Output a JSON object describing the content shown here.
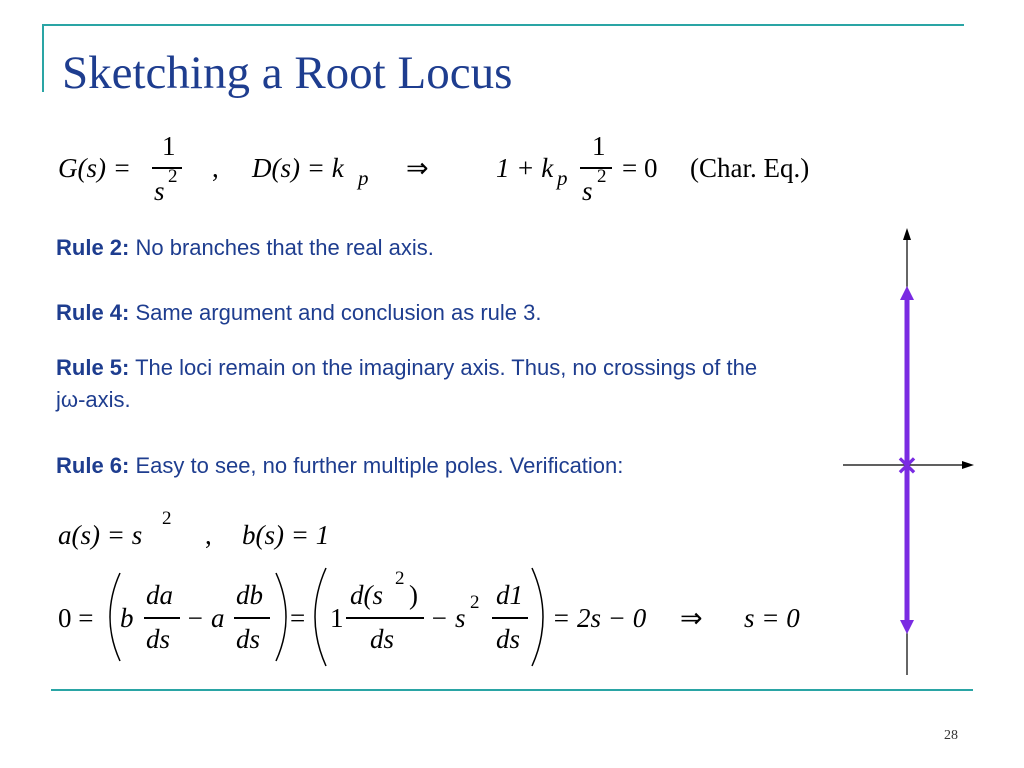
{
  "slide": {
    "title": "Sketching a Root Locus",
    "page_number": "28"
  },
  "equations": {
    "line1": {
      "G_lhs": "G(s) =",
      "G_num": "1",
      "G_den": "s",
      "G_exp": "2",
      "comma": ",",
      "D": "D(s) = k",
      "D_sub": "p",
      "implies": "⇒",
      "char_lhs": "1 + k",
      "char_sub": "p",
      "char_num": "1",
      "char_den": "s",
      "char_exp": "2",
      "char_rhs": "= 0",
      "char_label": "(Char. Eq.)"
    },
    "line2": {
      "a": "a(s) = s",
      "a_exp": "2",
      "comma": ",",
      "b": "b(s) = 1"
    },
    "line3": {
      "zero_eq": "0 =",
      "b": "b",
      "frac1_num": "da",
      "frac1_den": "ds",
      "minus_a": "− a",
      "frac2_num": "db",
      "frac2_den": "ds",
      "eq_mid": "=",
      "one": "1",
      "frac3_num": "d(s",
      "frac3_exp": "2",
      "frac3_close": ")",
      "frac3_den": "ds",
      "minus_s": "− s",
      "s_exp": "2",
      "frac4_num": "d1",
      "frac4_den": "ds",
      "result": "= 2s − 0",
      "implies": "⇒",
      "solution": "s = 0"
    }
  },
  "rules": [
    {
      "label": "Rule 2:",
      "text": " No branches that the real axis."
    },
    {
      "label": "Rule 4:",
      "text": " Same argument and conclusion as rule 3."
    },
    {
      "label": "Rule 5:",
      "text": " The loci remain on the imaginary axis. Thus, no crossings of the jω-axis."
    },
    {
      "label": "Rule 6:",
      "text": " Easy to see, no further multiple poles. Verification:"
    }
  ],
  "colors": {
    "accent": "#2aa5a5",
    "title": "#1e3d8f",
    "locus": "#7a2be2",
    "pole": "#7a2be2"
  },
  "diagram": {
    "pole_marker": "×",
    "icons": [
      "arrow-up-icon",
      "arrow-right-icon",
      "pole-cross-icon"
    ]
  }
}
